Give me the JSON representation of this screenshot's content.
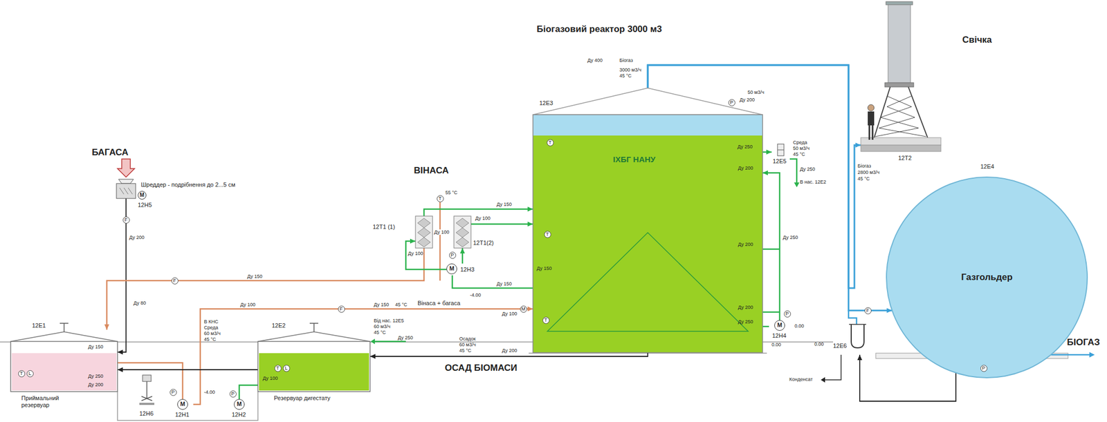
{
  "diagram": {
    "nodes": [
      {
        "text": [
          "Біогазовий реактор 3000 м3",
          "ІХБГ НАНУ",
          "12E3"
        ]
      },
      {
        "text": [
          "Свічка",
          "12T2"
        ]
      },
      {
        "text": [
          "Газгольдер",
          "12E4"
        ]
      },
      {
        "text": [
          "12E1",
          "Приймальний резервуар"
        ]
      },
      {
        "text": [
          "12E2",
          "Резервуар дигестату"
        ]
      },
      {
        "text": [
          "Шреддер - подрібнення до 2...5 см",
          "M",
          "12H5"
        ]
      },
      {
        "text": [
          "12T1 (1)"
        ]
      },
      {
        "text": [
          "12T1(2)"
        ]
      },
      {
        "text": [
          "12H6"
        ]
      },
      {
        "text": [
          "M",
          "12H1"
        ]
      },
      {
        "text": [
          "M",
          "12H2"
        ]
      },
      {
        "text": [
          "M",
          "12H3"
        ]
      },
      {
        "text": [
          "M",
          "12H4"
        ]
      },
      {
        "text": [
          "12E5"
        ]
      },
      {
        "text": [
          "12E6"
        ]
      }
    ],
    "edges": [
      {
        "from": 5,
        "to": 3,
        "arrow": "to"
      },
      {
        "from": 3,
        "to": 9,
        "arrow": "none"
      },
      {
        "from": 9,
        "to": 0,
        "label": "Вінаса + багаса",
        "arrow": "to"
      },
      {
        "from": 6,
        "to": 3,
        "arrow": "to"
      },
      {
        "from": 0,
        "to": 11,
        "arrow": "none"
      },
      {
        "from": 11,
        "to": 6,
        "arrow": "to"
      },
      {
        "from": 11,
        "to": 7,
        "arrow": "to"
      },
      {
        "from": 6,
        "to": 0,
        "arrow": "to"
      },
      {
        "from": 7,
        "to": 0,
        "arrow": "to"
      },
      {
        "from": 0,
        "to": 12,
        "arrow": "none"
      },
      {
        "from": 12,
        "to": 0,
        "arrow": "to"
      },
      {
        "from": 0,
        "to": 13,
        "arrow": "to"
      },
      {
        "from": 0,
        "to": 2,
        "arrow": "to"
      },
      {
        "from": 0,
        "to": 1,
        "arrow": "to"
      },
      {
        "from": 0,
        "to": 4,
        "arrow": "to"
      },
      {
        "from": 4,
        "to": 3,
        "arrow": "to"
      },
      {
        "from": 4,
        "to": 10,
        "arrow": "none"
      },
      {
        "from": 2,
        "to": 14,
        "arrow": "to"
      }
    ],
    "labels": [
      "БАГАСА",
      "ВІНАСА",
      "ОСАД БІОМАСИ",
      "БІОГАЗ",
      "Ду 400",
      "Біогаз",
      "3000 м3/ч",
      "45 °C",
      "P",
      "Ду 200",
      "50 м3/ч",
      "Ду 250",
      "Среда",
      "50 м3/ч",
      "45 °C",
      "Ду 250",
      "В нас. 12E2",
      "Ду 200",
      "Ду 200",
      "Ду 250",
      "Ду 200",
      "Ду 250",
      "P",
      "0.00",
      "0.00",
      "F",
      "Біогаз",
      "2800 м3/ч",
      "45 °C",
      "P",
      "Конденсат",
      "T",
      "T",
      "T",
      "M",
      "Ду 100",
      "Ду 150",
      "T",
      "55 °C",
      "Ду 100",
      "Ду 150",
      "Ду 100",
      "Ду 100",
      "P",
      "-4.00",
      "Ду 150",
      "Ду 150",
      "45 °C",
      "Ду 150",
      "F",
      "F",
      "Ду 200",
      "Ду 100",
      "F",
      "В КНС",
      "Среда",
      "60 м3/ч",
      "45 °C",
      "Від нас. 12E5",
      "60 м3/ч",
      "45 °C",
      "Ду 250",
      "Осадок",
      "60 м3/ч",
      "45 °C",
      "Ду 200",
      "T",
      "L",
      "Ду 150",
      "Ду 250",
      "Ду 200",
      "-4.00",
      "P",
      "P",
      "T",
      "L",
      "Ду 100",
      "Ду 80",
      "0.00"
    ]
  }
}
